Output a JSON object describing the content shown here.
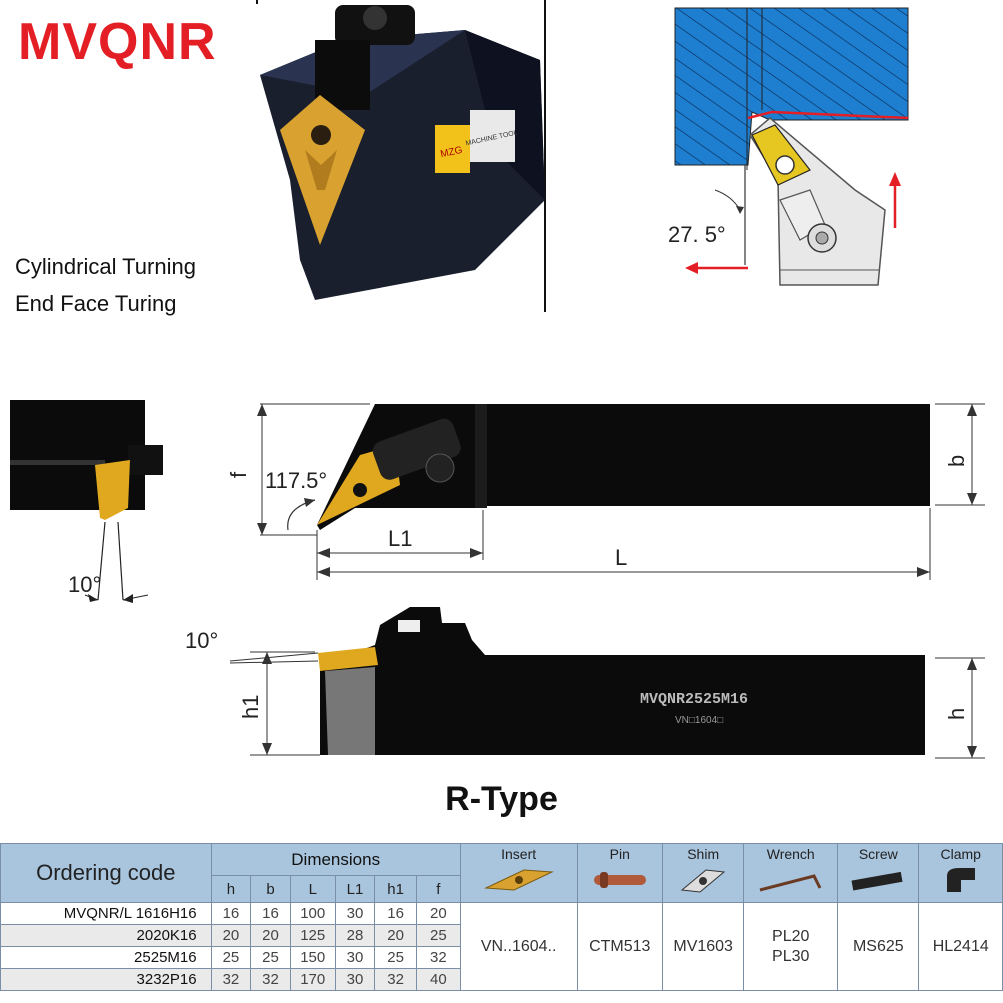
{
  "header": {
    "title": "MVQNR",
    "features": [
      "Cylindrical Turning",
      "End Face Turing"
    ]
  },
  "photo": {
    "badge_left": "MZG",
    "badge_right": "MACHINE TOOL"
  },
  "diagram": {
    "angle_label": "27. 5°",
    "top_angle": "117.5°",
    "side_angle": "10°",
    "front_angle": "10°",
    "dim_f": "f",
    "dim_L1": "L1",
    "dim_L": "L",
    "dim_b": "b",
    "dim_h1": "h1",
    "dim_h": "h",
    "tool_marking": "MVQNR2525M16",
    "tool_sub_marking": "VN□1604□"
  },
  "type_label": "R-Type",
  "table": {
    "ordering_code_label": "Ordering code",
    "dimensions_label": "Dimensions",
    "dim_columns": [
      "h",
      "b",
      "L",
      "L1",
      "h1",
      "f"
    ],
    "parts": [
      {
        "label": "Insert",
        "icon": "insert-icon",
        "value": "VN..1604.."
      },
      {
        "label": "Pin",
        "icon": "pin-icon",
        "value": "CTM513"
      },
      {
        "label": "Shim",
        "icon": "shim-icon",
        "value": "MV1603"
      },
      {
        "label": "Wrench",
        "icon": "wrench-icon",
        "value": "PL20\nPL30"
      },
      {
        "label": "Screw",
        "icon": "screw-icon",
        "value": "MS625"
      },
      {
        "label": "Clamp",
        "icon": "clamp-icon",
        "value": "HL2414"
      }
    ],
    "rows": [
      {
        "code": "MVQNR/L 1616H16",
        "h": "16",
        "b": "16",
        "L": "100",
        "L1": "30",
        "h1": "16",
        "f": "20"
      },
      {
        "code": "2020K16",
        "h": "20",
        "b": "20",
        "L": "125",
        "L1": "28",
        "h1": "20",
        "f": "25"
      },
      {
        "code": "2525M16",
        "h": "25",
        "b": "25",
        "L": "150",
        "L1": "30",
        "h1": "25",
        "f": "32"
      },
      {
        "code": "3232P16",
        "h": "32",
        "b": "32",
        "L": "170",
        "L1": "30",
        "h1": "32",
        "f": "40"
      }
    ]
  },
  "colors": {
    "title_red": "#e31e24",
    "header_blue": "#a9c4dd",
    "workpiece_blue": "#1e7fd0",
    "insert_gold": "#e0a81e",
    "tool_black": "#0b0b0b"
  }
}
